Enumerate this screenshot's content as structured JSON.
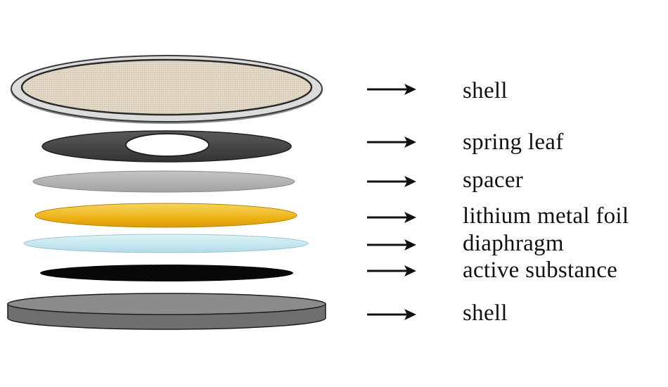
{
  "components": [
    {
      "label": "shell",
      "color": "#e7ddc9"
    },
    {
      "label": "spring leaf",
      "color": "#4a4a4a"
    },
    {
      "label": "spacer",
      "color": "#b0b0b0"
    },
    {
      "label": "lithium metal foil",
      "color": "#f2b81a"
    },
    {
      "label": "diaphragm",
      "color": "#c6e8f2"
    },
    {
      "label": "active substance",
      "color": "#0a0a0a"
    },
    {
      "label": "shell",
      "color": "#7a7a7a"
    }
  ]
}
